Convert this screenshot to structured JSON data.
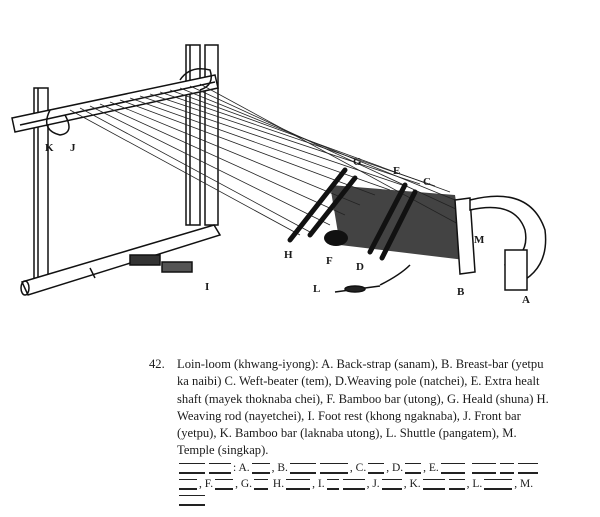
{
  "figure": {
    "labels": [
      "A",
      "B",
      "C",
      "D",
      "E",
      "F",
      "G",
      "H",
      "I",
      "J",
      "K",
      "L",
      "M"
    ]
  },
  "caption": {
    "number": "42.",
    "text": "Loin-loom (khwang-iyong): A. Back-strap (sanam), B. Breast-bar (yetpu ka naibi) C. Weft-beater (tem), D.Weaving pole (natchei), E. Extra healt shaft (mayek thoknaba chei), F. Bamboo bar (utong), G. Heald (shuna) H. Weaving rod (nayetchei), I. Foot rest (khong ngaknaba), J. Front bar (yetpu), K. Bamboo bar (laknaba utong), L. Shuttle (pangatem), M. Temple (singkap)."
  },
  "script_caption": {
    "items": [
      "A.",
      "B.",
      "C.",
      "D.",
      "E.",
      "F.",
      "G.",
      "H.",
      "I.",
      "J.",
      "K.",
      "L.",
      "M."
    ]
  }
}
